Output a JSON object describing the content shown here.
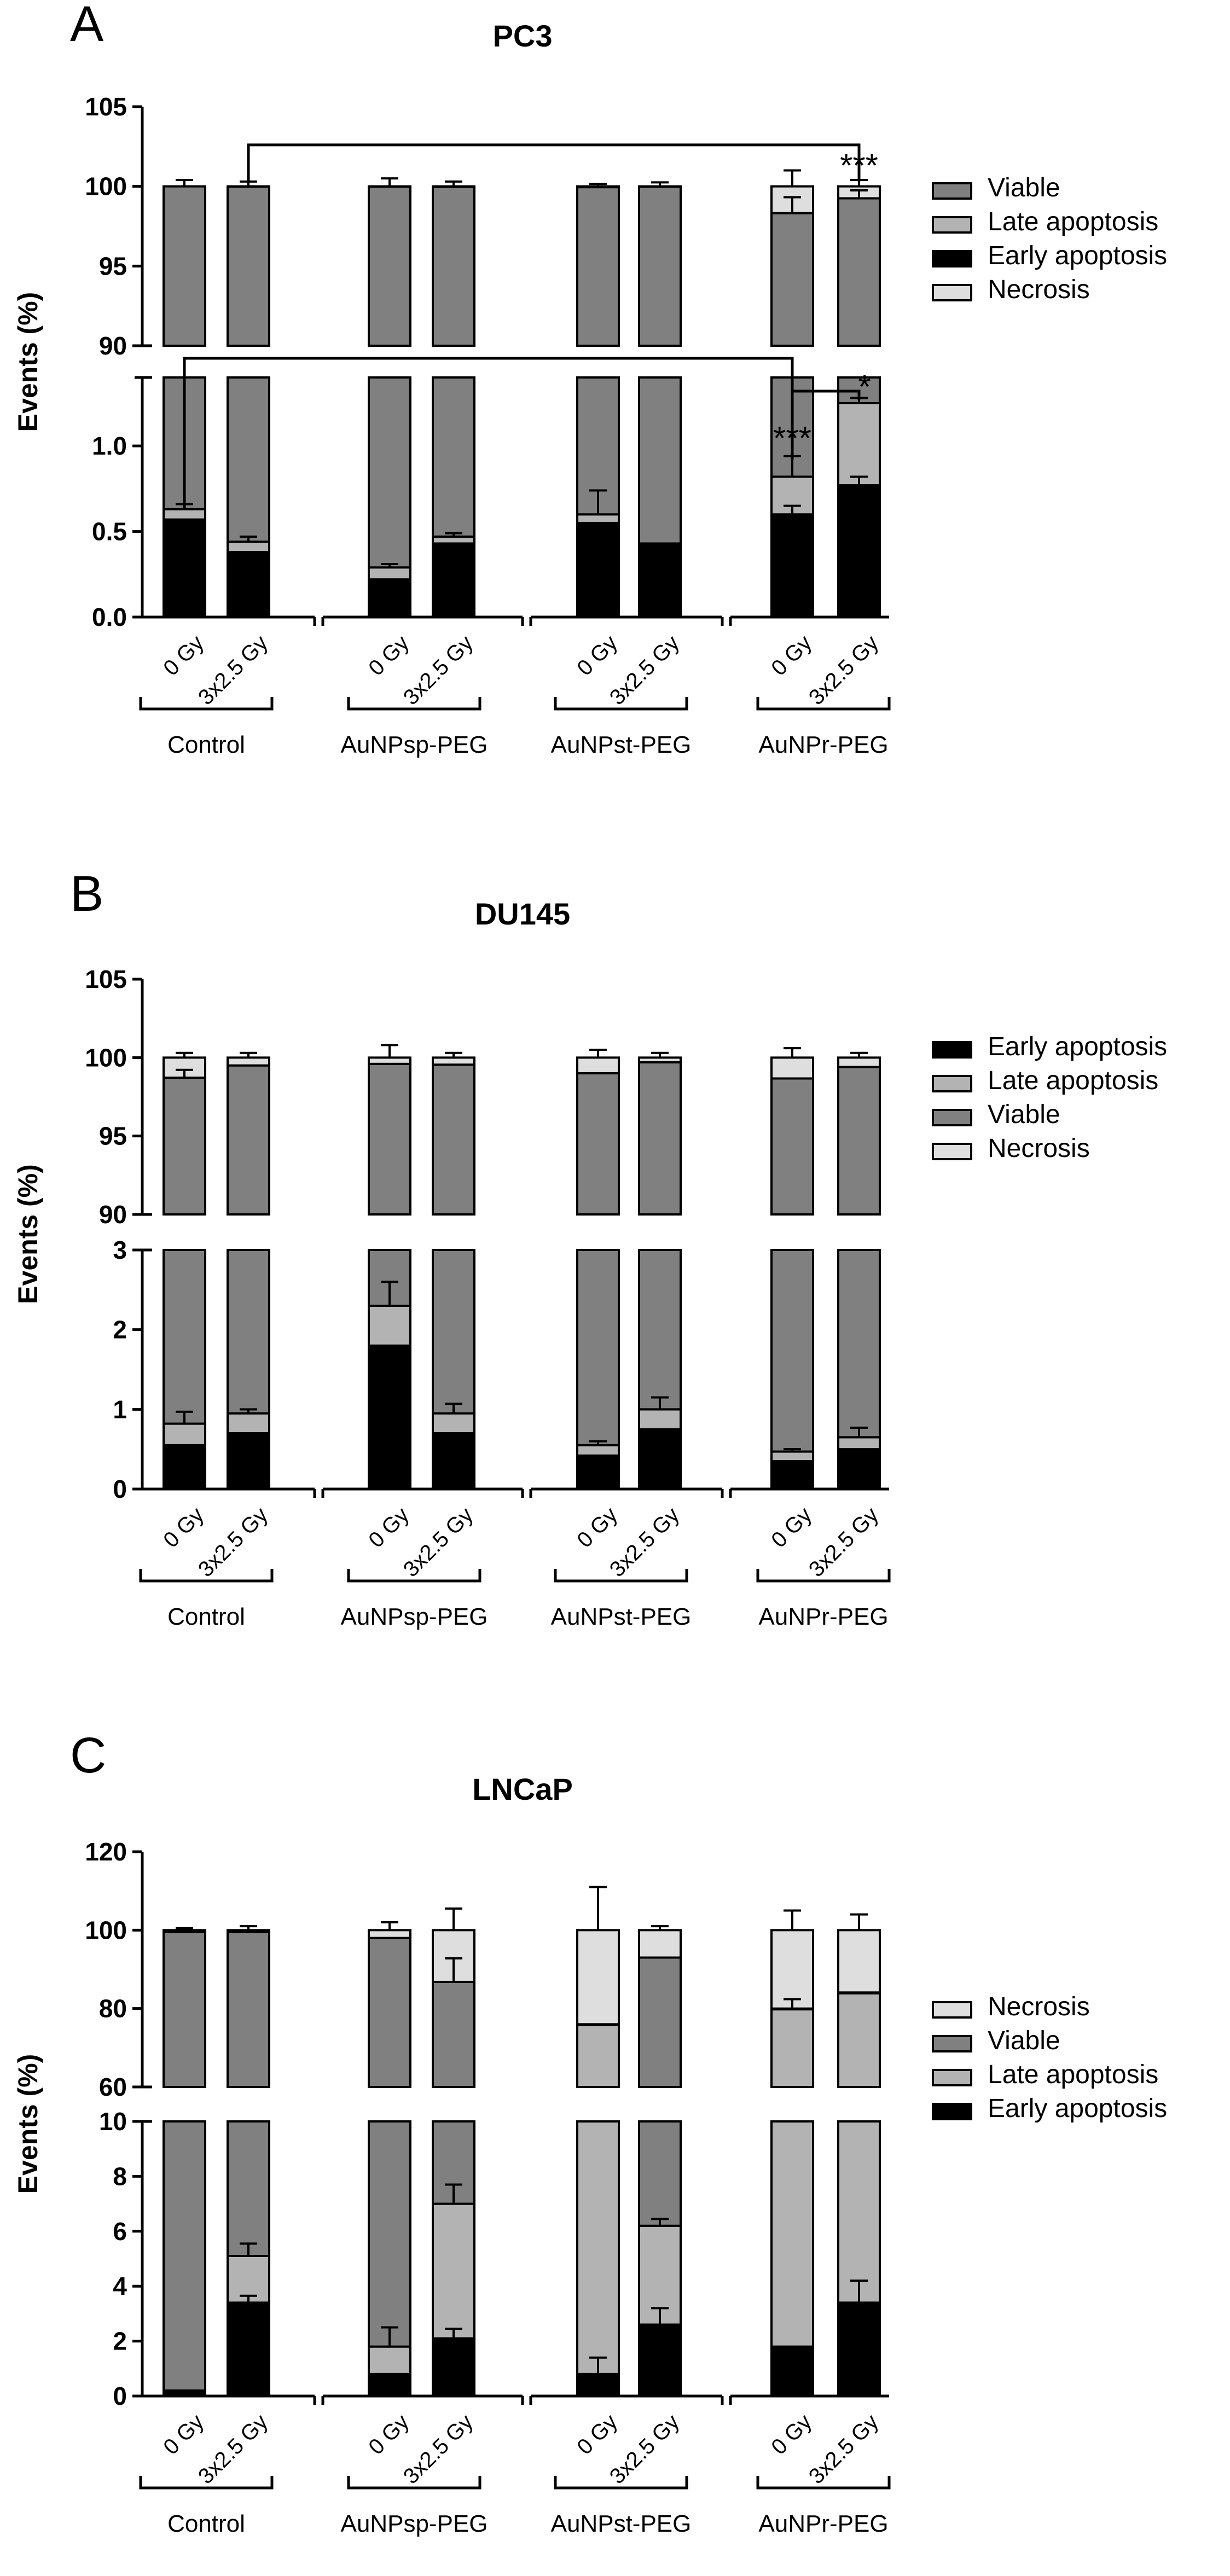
{
  "figure": {
    "colors": {
      "Viable": "#808080",
      "Late apoptosis": "#b3b3b3",
      "Early apoptosis": "#000000",
      "Necrosis": "#dedede",
      "axis": "#000000"
    }
  },
  "chart_data": [
    {
      "type": "bar",
      "stacked": true,
      "broken_y_axis": true,
      "panel_letter": "A",
      "title": "PC3",
      "ylabel": "Events (%)",
      "groups": [
        "Control",
        "AuNPsp-PEG",
        "AuNPst-PEG",
        "AuNPr-PEG"
      ],
      "doses": [
        "0 Gy",
        "3x2.5 Gy"
      ],
      "ylim_lower": [
        0,
        1.4
      ],
      "ylim_upper": [
        90,
        105
      ],
      "yticks_lower": [
        "0.0",
        "0.5",
        "1.0"
      ],
      "yticks_upper": [
        "90",
        "95",
        "100",
        "105"
      ],
      "legend_position": "right",
      "legend": [
        "Viable",
        "Late apoptosis",
        "Early apoptosis",
        "Necrosis"
      ],
      "stack_order": [
        "Early apoptosis",
        "Late apoptosis",
        "Viable",
        "Necrosis"
      ],
      "series": [
        {
          "name": "Early apoptosis",
          "values": [
            0.57,
            0.38,
            0.22,
            0.43,
            0.55,
            0.43,
            0.6,
            0.77
          ]
        },
        {
          "name": "Late apoptosis",
          "values": [
            0.06,
            0.06,
            0.07,
            0.04,
            0.05,
            0.0,
            0.22,
            0.48
          ]
        },
        {
          "name": "Viable",
          "values": [
            99.37,
            99.55,
            99.7,
            99.5,
            99.35,
            99.55,
            97.5,
            98.0
          ]
        },
        {
          "name": "Necrosis",
          "values": [
            0.0,
            0.01,
            0.01,
            0.03,
            0.05,
            0.02,
            1.68,
            0.75
          ]
        }
      ],
      "errors": [
        {
          "series": "Early apoptosis",
          "index": 6,
          "plus": 0.05
        },
        {
          "series": "Early apoptosis",
          "index": 7,
          "plus": 0.05
        },
        {
          "series": "Late apoptosis",
          "index": 0,
          "plus": 0.03
        },
        {
          "series": "Late apoptosis",
          "index": 1,
          "plus": 0.03
        },
        {
          "series": "Late apoptosis",
          "index": 2,
          "plus": 0.02
        },
        {
          "series": "Late apoptosis",
          "index": 3,
          "plus": 0.02
        },
        {
          "series": "Late apoptosis",
          "index": 4,
          "plus": 0.14
        },
        {
          "series": "Late apoptosis",
          "index": 6,
          "plus": 0.12
        },
        {
          "series": "Late apoptosis",
          "index": 7,
          "plus": 0.03
        },
        {
          "series": "Viable",
          "index": 6,
          "plus": 1.0
        },
        {
          "series": "Viable",
          "index": 7,
          "plus": 0.5
        },
        {
          "series": "Necrosis",
          "index": 0,
          "plus": 0.4
        },
        {
          "series": "Necrosis",
          "index": 1,
          "plus": 0.3
        },
        {
          "series": "Necrosis",
          "index": 2,
          "plus": 0.5
        },
        {
          "series": "Necrosis",
          "index": 3,
          "plus": 0.3
        },
        {
          "series": "Necrosis",
          "index": 4,
          "plus": 0.15
        },
        {
          "series": "Necrosis",
          "index": 5,
          "plus": 0.25
        },
        {
          "series": "Necrosis",
          "index": 6,
          "plus": 1.0
        },
        {
          "series": "Necrosis",
          "index": 7,
          "plus": 0.4
        }
      ],
      "significance": [
        {
          "label": "***",
          "from_bar": 1,
          "to_bar": 7,
          "section": "upper",
          "level": 102.6
        },
        {
          "label": "***",
          "from_bar": 0,
          "to_bar": 6,
          "section": "lower",
          "level": 1.75,
          "end_level": 0.92
        },
        {
          "label": "*",
          "from_bar": 6,
          "to_bar": 7,
          "section": "lower",
          "level": 1.52,
          "end_level": 1.27
        }
      ]
    },
    {
      "type": "bar",
      "stacked": true,
      "broken_y_axis": true,
      "panel_letter": "B",
      "title": "DU145",
      "ylabel": "Events (%)",
      "groups": [
        "Control",
        "AuNPsp-PEG",
        "AuNPst-PEG",
        "AuNPr-PEG"
      ],
      "doses": [
        "0 Gy",
        "3x2.5 Gy"
      ],
      "ylim_lower": [
        0,
        3
      ],
      "ylim_upper": [
        90,
        105
      ],
      "yticks_lower": [
        "0",
        "1",
        "2",
        "3"
      ],
      "yticks_upper": [
        "90",
        "95",
        "100",
        "105"
      ],
      "legend_position": "right",
      "legend": [
        "Early apoptosis",
        "Late apoptosis",
        "Viable",
        "Necrosis"
      ],
      "stack_order": [
        "Early apoptosis",
        "Late apoptosis",
        "Viable",
        "Necrosis"
      ],
      "series": [
        {
          "name": "Early apoptosis",
          "values": [
            0.55,
            0.7,
            1.8,
            0.7,
            0.42,
            0.75,
            0.35,
            0.5
          ]
        },
        {
          "name": "Late apoptosis",
          "values": [
            0.27,
            0.25,
            0.5,
            0.25,
            0.13,
            0.25,
            0.12,
            0.15
          ]
        },
        {
          "name": "Viable",
          "values": [
            97.9,
            98.55,
            97.3,
            98.6,
            98.45,
            98.7,
            98.2,
            98.75
          ]
        },
        {
          "name": "Necrosis",
          "values": [
            1.28,
            0.5,
            0.4,
            0.45,
            1.0,
            0.3,
            1.33,
            0.6
          ]
        }
      ],
      "errors": [
        {
          "series": "Late apoptosis",
          "index": 0,
          "plus": 0.15
        },
        {
          "series": "Late apoptosis",
          "index": 1,
          "plus": 0.05
        },
        {
          "series": "Late apoptosis",
          "index": 2,
          "plus": 0.3
        },
        {
          "series": "Late apoptosis",
          "index": 3,
          "plus": 0.12
        },
        {
          "series": "Late apoptosis",
          "index": 4,
          "plus": 0.05
        },
        {
          "series": "Late apoptosis",
          "index": 5,
          "plus": 0.15
        },
        {
          "series": "Late apoptosis",
          "index": 6,
          "plus": 0.03
        },
        {
          "series": "Late apoptosis",
          "index": 7,
          "plus": 0.12
        },
        {
          "series": "Viable",
          "index": 0,
          "plus": 0.5
        },
        {
          "series": "Necrosis",
          "index": 0,
          "plus": 0.3
        },
        {
          "series": "Necrosis",
          "index": 1,
          "plus": 0.3
        },
        {
          "series": "Necrosis",
          "index": 2,
          "plus": 0.8
        },
        {
          "series": "Necrosis",
          "index": 3,
          "plus": 0.3
        },
        {
          "series": "Necrosis",
          "index": 4,
          "plus": 0.5
        },
        {
          "series": "Necrosis",
          "index": 5,
          "plus": 0.3
        },
        {
          "series": "Necrosis",
          "index": 6,
          "plus": 0.6
        },
        {
          "series": "Necrosis",
          "index": 7,
          "plus": 0.3
        }
      ],
      "significance": []
    },
    {
      "type": "bar",
      "stacked": true,
      "broken_y_axis": true,
      "panel_letter": "C",
      "title": "LNCaP",
      "ylabel": "Events (%)",
      "groups": [
        "Control",
        "AuNPsp-PEG",
        "AuNPst-PEG",
        "AuNPr-PEG"
      ],
      "doses": [
        "0 Gy",
        "3x2.5 Gy"
      ],
      "ylim_lower": [
        0,
        10
      ],
      "ylim_upper": [
        60,
        120
      ],
      "yticks_lower": [
        "0",
        "2",
        "4",
        "6",
        "8",
        "10"
      ],
      "yticks_upper": [
        "60",
        "80",
        "100",
        "120"
      ],
      "legend_position": "right",
      "legend": [
        "Necrosis",
        "Viable",
        "Late apoptosis",
        "Early apoptosis"
      ],
      "stack_order": [
        "Early apoptosis",
        "Late apoptosis",
        "Viable",
        "Necrosis"
      ],
      "series": [
        {
          "name": "Early apoptosis",
          "values": [
            0.15,
            3.4,
            0.8,
            2.1,
            0.8,
            2.6,
            1.8,
            3.4
          ]
        },
        {
          "name": "Late apoptosis",
          "values": [
            0.05,
            1.7,
            1.0,
            4.9,
            75.0,
            3.6,
            78.0,
            80.5
          ]
        },
        {
          "name": "Viable",
          "values": [
            99.3,
            94.4,
            96.2,
            79.8,
            0.2,
            86.8,
            0.2,
            0.2
          ]
        },
        {
          "name": "Necrosis",
          "values": [
            0.5,
            0.5,
            2.0,
            13.2,
            24.0,
            7.0,
            20.0,
            15.9
          ]
        }
      ],
      "errors": [
        {
          "series": "Early apoptosis",
          "index": 1,
          "plus": 0.25
        },
        {
          "series": "Early apoptosis",
          "index": 3,
          "plus": 0.35
        },
        {
          "series": "Early apoptosis",
          "index": 4,
          "plus": 0.6
        },
        {
          "series": "Early apoptosis",
          "index": 5,
          "plus": 0.6
        },
        {
          "series": "Early apoptosis",
          "index": 7,
          "plus": 0.8
        },
        {
          "series": "Late apoptosis",
          "index": 1,
          "plus": 0.45
        },
        {
          "series": "Late apoptosis",
          "index": 2,
          "plus": 0.7
        },
        {
          "series": "Late apoptosis",
          "index": 3,
          "plus": 0.7
        },
        {
          "series": "Late apoptosis",
          "index": 5,
          "plus": 0.25
        },
        {
          "series": "Viable",
          "index": 3,
          "plus": 6.0
        },
        {
          "series": "Viable",
          "index": 6,
          "plus": 2.4
        },
        {
          "series": "Necrosis",
          "index": 0,
          "plus": 0.5
        },
        {
          "series": "Necrosis",
          "index": 1,
          "plus": 1.0
        },
        {
          "series": "Necrosis",
          "index": 2,
          "plus": 2.0
        },
        {
          "series": "Necrosis",
          "index": 3,
          "plus": 5.5
        },
        {
          "series": "Necrosis",
          "index": 4,
          "plus": 11.0
        },
        {
          "series": "Necrosis",
          "index": 5,
          "plus": 1.0
        },
        {
          "series": "Necrosis",
          "index": 6,
          "plus": 5.0
        },
        {
          "series": "Necrosis",
          "index": 7,
          "plus": 4.0
        }
      ],
      "significance": []
    }
  ]
}
